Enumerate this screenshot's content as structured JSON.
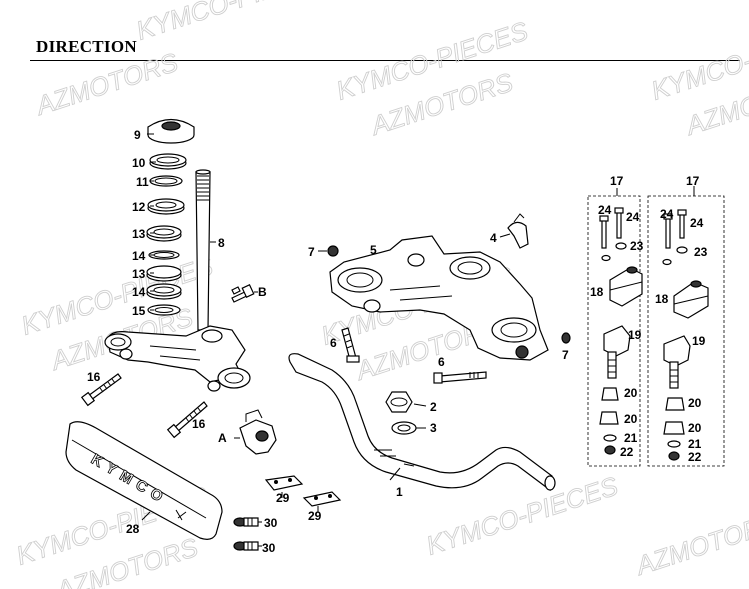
{
  "title": "DIRECTION",
  "watermarks": [
    {
      "text": "KYMCO-PIECES"
    },
    {
      "text": "AZMOTORS"
    },
    {
      "text": "KYMCO-PIECES"
    },
    {
      "text": "AZMOTORS"
    },
    {
      "text": "KYMCO-"
    },
    {
      "text": "AZMO"
    },
    {
      "text": "KYMCO-PIECES"
    },
    {
      "text": "AZMOTORS"
    },
    {
      "text": "KYMCO-PIECES"
    },
    {
      "text": "AZMOTORS"
    },
    {
      "text": "KYMCO-PIECES"
    },
    {
      "text": "AZMOTORS"
    },
    {
      "text": "KYMCO-PIECES"
    },
    {
      "text": "AZMOTORS"
    }
  ],
  "labels": {
    "l1": "1",
    "l2": "2",
    "l3": "3",
    "l4": "4",
    "l5": "5",
    "l6a": "6",
    "l6b": "6",
    "l7a": "7",
    "l7b": "7",
    "l8": "8",
    "l9": "9",
    "l10": "10",
    "l11": "11",
    "l12": "12",
    "l13a": "13",
    "l13b": "13",
    "l14a": "14",
    "l14b": "14",
    "l15": "15",
    "l16a": "16",
    "l16b": "16",
    "l17a": "17",
    "l17b": "17",
    "l18a": "18",
    "l18b": "18",
    "l19a": "19",
    "l19b": "19",
    "l20a": "20",
    "l20b": "20",
    "l20c": "20",
    "l20d": "20",
    "l21a": "21",
    "l21b": "21",
    "l22a": "22",
    "l22b": "22",
    "l23a": "23",
    "l23b": "23",
    "l24a": "24",
    "l24b": "24",
    "l24c": "24",
    "l24d": "24",
    "l28": "28",
    "l29a": "29",
    "l29b": "29",
    "l30a": "30",
    "l30b": "30",
    "lA": "A",
    "lB": "B"
  },
  "brand_text": "KYMCO"
}
